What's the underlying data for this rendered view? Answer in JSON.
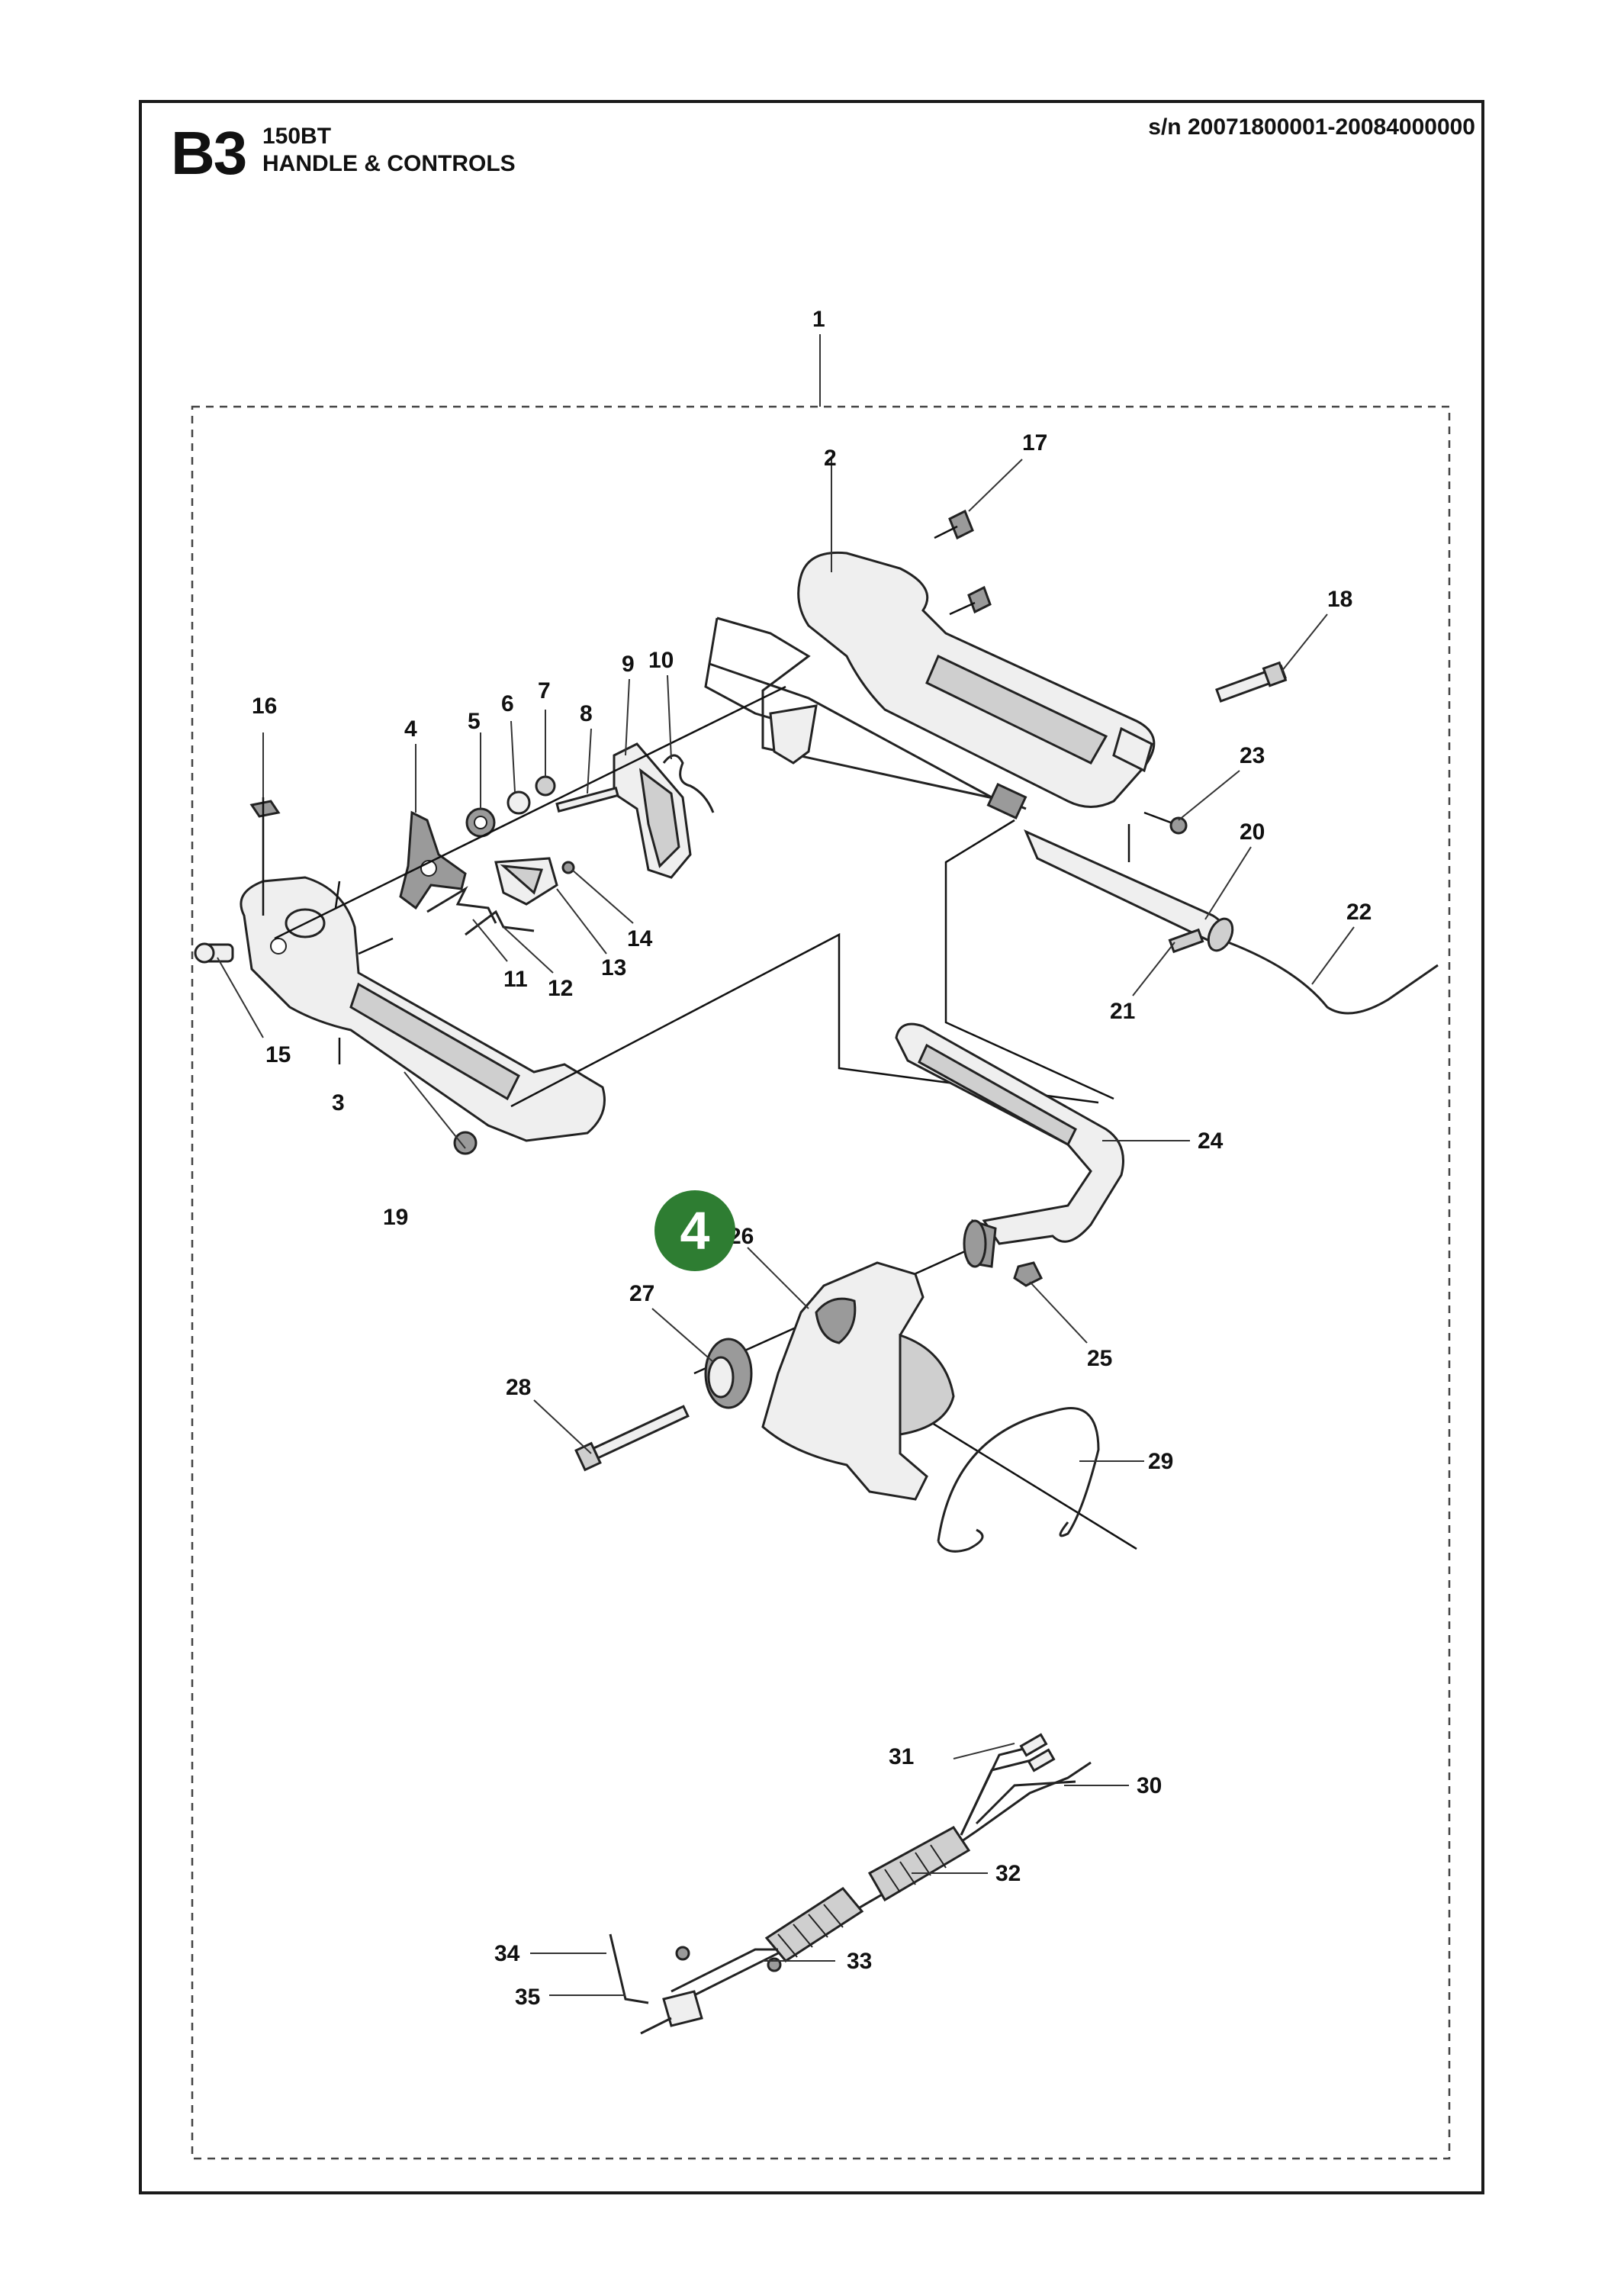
{
  "header": {
    "section_code": "B3",
    "model": "150BT",
    "title": "HANDLE & CONTROLS",
    "serial_range": "s/n 20071800001-20084000000"
  },
  "badge": {
    "label": "4",
    "color": "#2e7d32"
  },
  "callouts": [
    "1",
    "2",
    "3",
    "4",
    "5",
    "6",
    "7",
    "8",
    "9",
    "10",
    "11",
    "12",
    "13",
    "14",
    "15",
    "16",
    "17",
    "18",
    "19",
    "20",
    "21",
    "22",
    "23",
    "24",
    "25",
    "26",
    "27",
    "28",
    "29",
    "30",
    "31",
    "32",
    "33",
    "34",
    "35"
  ]
}
